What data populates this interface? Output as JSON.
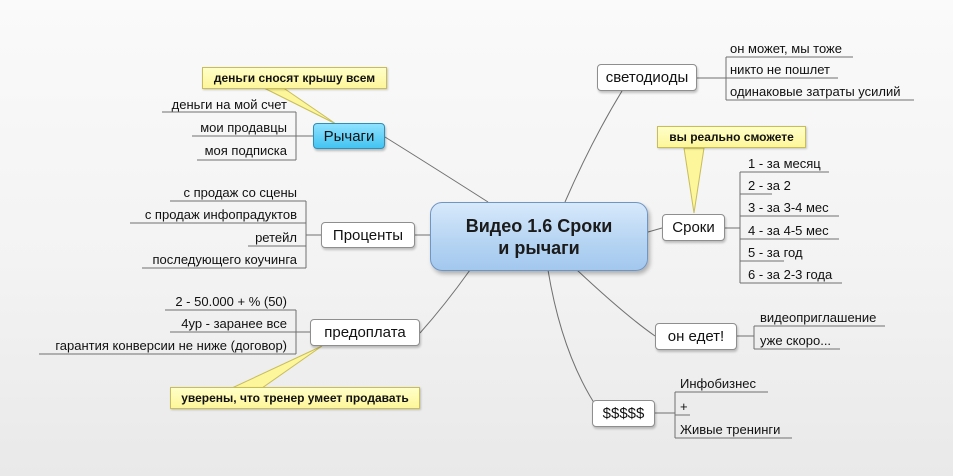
{
  "root": {
    "line1": "Видео 1.6 Сроки",
    "line2": "и рычаги"
  },
  "branches": {
    "levers": {
      "label": "Рычаги",
      "callout": "деньги сносят крышу всем",
      "items": [
        "деньги на мой счет",
        "мои продавцы",
        "моя подписка"
      ]
    },
    "percents": {
      "label": "Проценты",
      "items": [
        "с продаж со сцены",
        "с продаж инфопрадуктов",
        "ретейл",
        "последующего коучинга"
      ]
    },
    "prepay": {
      "label": "предоплата",
      "callout": "уверены, что тренер умеет продавать",
      "items": [
        "2 - 50.000 + % (50)",
        "4ур - заранее все",
        "гарантия конверсии не ниже (договор)"
      ]
    },
    "leds": {
      "label": "светодиоды",
      "items": [
        "он может, мы тоже",
        "никто не пошлет",
        "одинаковые затраты усилий"
      ]
    },
    "terms": {
      "label": "Сроки",
      "callout": "вы реально сможете",
      "items": [
        "1 - за месяц",
        "2 - за 2",
        "3 - за 3-4 мес",
        "4 - за 4-5 мес",
        "5 - за год",
        "6 - за 2-3 года"
      ]
    },
    "coming": {
      "label": "он едет!",
      "items": [
        "видеоприглашение",
        "уже скоро..."
      ]
    },
    "money": {
      "label": "$$$$$",
      "items": [
        "Инфобизнес",
        "+",
        "Живые тренинги"
      ]
    }
  }
}
